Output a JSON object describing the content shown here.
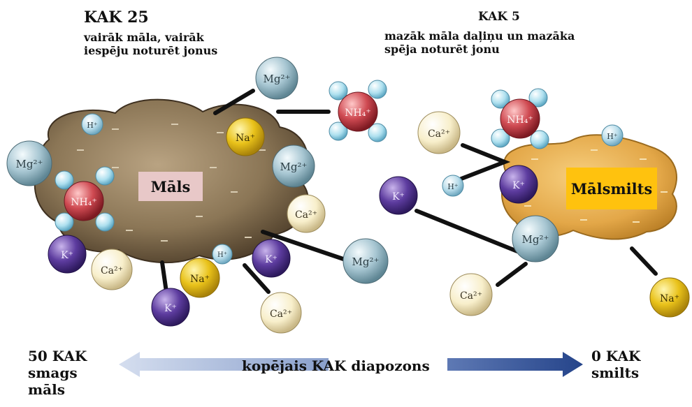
{
  "left_panel": {
    "title": "KAK 25",
    "description": "vairāk māla, vairāk iespēju noturēt jonus",
    "particle_label": "Māls"
  },
  "right_panel": {
    "title": "KAK 5",
    "description": "mazāk māla daļiņu un mazāka spēja noturēt jonu",
    "particle_label": "Mālsmilts"
  },
  "range_bar": {
    "left_label": "50 KAK smags māls",
    "center_label": "kopējais KAK diapozons",
    "right_label": "0 KAK smilts"
  },
  "ions": {
    "mg": "Mg²⁺",
    "nh4": "NH₄⁺",
    "na": "Na⁺",
    "h": "H⁺",
    "k": "K⁺",
    "ca": "Ca²⁺"
  },
  "colors": {
    "clay_particle": "#7a6850",
    "clay_label_box": "#e8c8c8",
    "sand_particle": "#e2a84a",
    "sandyclay_label_box": "#ffc20e",
    "arrow_light": "#b8c6e0",
    "arrow_dark": "#2e4d8f",
    "mg_ion": "#8fb4c2",
    "nh4_ion": "#c0404a",
    "na_ion": "#e8c01a",
    "h_ion": "#a9d4e6",
    "k_ion": "#5a3a9a",
    "ca_ion": "#f7efcc"
  }
}
